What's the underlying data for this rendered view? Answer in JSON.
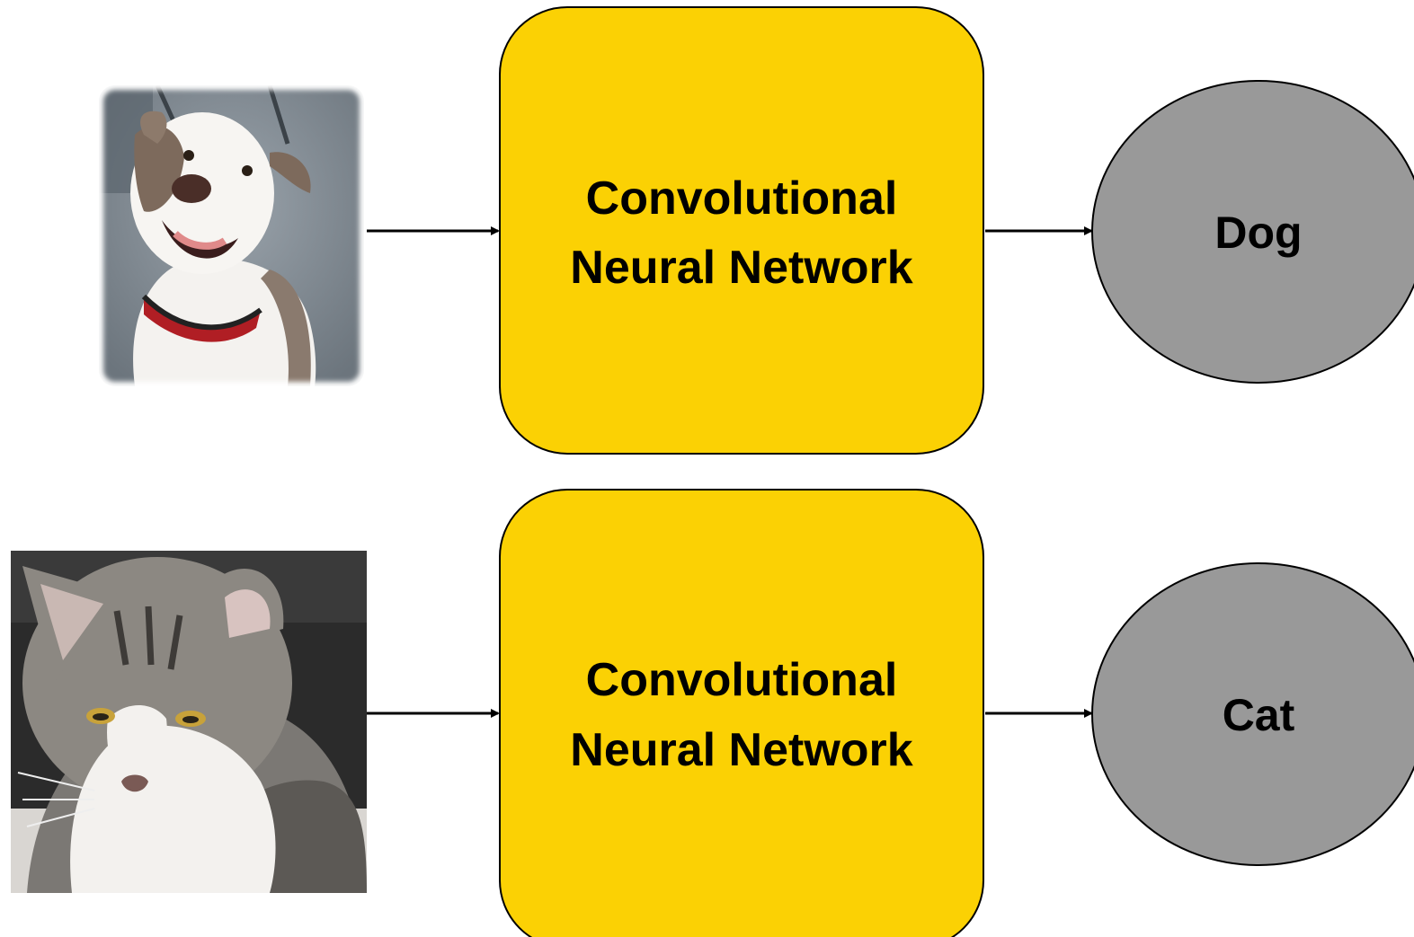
{
  "colors": {
    "network_fill": "#FBD104",
    "output_fill": "#999999",
    "stroke": "#000000",
    "background": "#ffffff"
  },
  "rows": [
    {
      "input_image": "dog-photo",
      "network_line1": "Convolutional",
      "network_line2": "Neural Network",
      "output_label": "Dog"
    },
    {
      "input_image": "cat-photo",
      "network_line1": "Convolutional",
      "network_line2": "Neural Network",
      "output_label": "Cat"
    }
  ]
}
